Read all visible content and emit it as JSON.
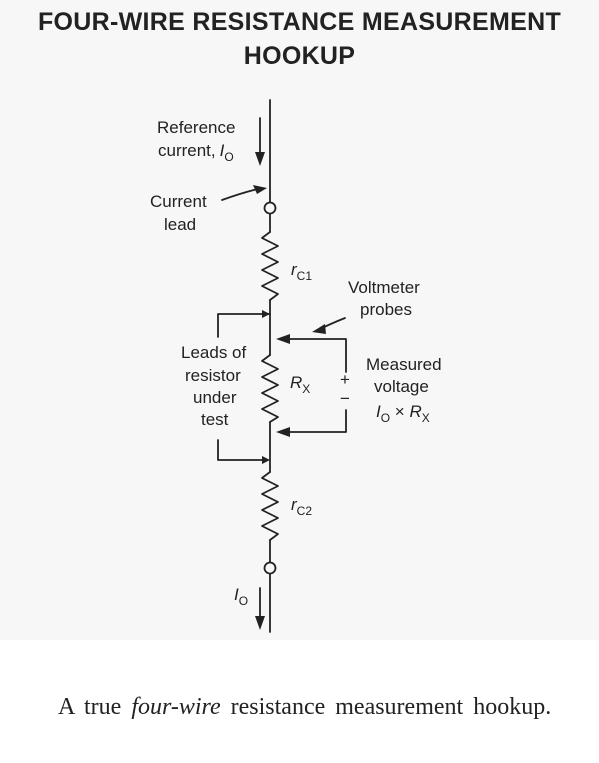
{
  "title": {
    "line1": "FOUR-WIRE RESISTANCE MEASUREMENT",
    "line2": "HOOKUP"
  },
  "labels": {
    "reference_current": "Reference",
    "reference_current_2": "current,",
    "current_symbol": "I",
    "current_sub": "O",
    "current_lead_1": "Current",
    "current_lead_2": "lead",
    "rc1_main": "r",
    "rc1_sub": "C1",
    "voltmeter_1": "Voltmeter",
    "voltmeter_2": "probes",
    "leads_1": "Leads of",
    "leads_2": "resistor",
    "leads_3": "under",
    "leads_4": "test",
    "rx_main": "R",
    "rx_sub": "X",
    "plus": "+",
    "minus": "−",
    "measured_1": "Measured",
    "measured_2": "voltage",
    "measured_io": "I",
    "measured_io_sub": "O",
    "measured_times": " × ",
    "measured_rx": "R",
    "measured_rx_sub": "X",
    "rc2_main": "r",
    "rc2_sub": "C2",
    "bottom_current": "I",
    "bottom_current_sub": "O"
  },
  "caption": {
    "part1": "A true ",
    "part2": "four-wire",
    "part3": " resistance measurement hookup."
  },
  "colors": {
    "ink": "#222222",
    "figure_bg": "#f7f7f7"
  }
}
